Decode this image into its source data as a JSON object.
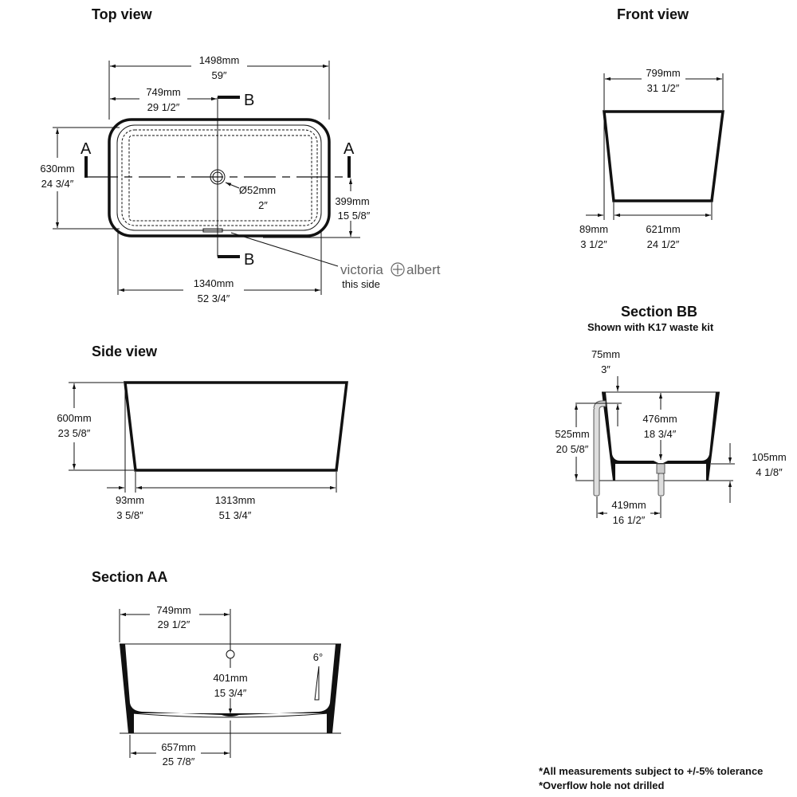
{
  "titles": {
    "top_view": "Top view",
    "front_view": "Front view",
    "side_view": "Side view",
    "section_aa": "Section AA",
    "section_bb": "Section BB",
    "section_bb_sub": "Shown with K17 waste kit"
  },
  "top_view": {
    "length_mm": "1498mm",
    "length_in": "59″",
    "drain_offset_mm": "749mm",
    "drain_offset_in": "29 1/2″",
    "width_mm": "630mm",
    "width_in": "24 3/4″",
    "drain_dia_mm": "Ø52mm",
    "drain_dia_in": "2″",
    "side_mm": "399mm",
    "side_in": "15 5/8″",
    "inner_length_mm": "1340mm",
    "inner_length_in": "52 3/4″",
    "section_a": "A",
    "section_b": "B",
    "brand_left": "victoria",
    "brand_right": "albert",
    "brand_note": "this side"
  },
  "front_view": {
    "top_mm": "799mm",
    "top_in": "31 1/2″",
    "offset_mm": "89mm",
    "offset_in": "3 1/2″",
    "base_mm": "621mm",
    "base_in": "24 1/2″"
  },
  "side_view": {
    "height_mm": "600mm",
    "height_in": "23 5/8″",
    "offset_mm": "93mm",
    "offset_in": "3 5/8″",
    "base_mm": "1313mm",
    "base_in": "51 3/4″"
  },
  "section_aa": {
    "half_mm": "749mm",
    "half_in": "29 1/2″",
    "depth_mm": "401mm",
    "depth_in": "15 3/4″",
    "angle": "6°",
    "base_mm": "657mm",
    "base_in": "25 7/8″"
  },
  "section_bb": {
    "overflow_mm": "75mm",
    "overflow_in": "3″",
    "overflow_h_mm": "525mm",
    "overflow_h_in": "20 5/8″",
    "depth_mm": "476mm",
    "depth_in": "18 3/4″",
    "floor_mm": "105mm",
    "floor_in": "4 1/8″",
    "waste_mm": "419mm",
    "waste_in": "16 1/2″"
  },
  "notes": [
    "*All measurements subject to +/-5% tolerance",
    "*Overflow hole not drilled"
  ]
}
